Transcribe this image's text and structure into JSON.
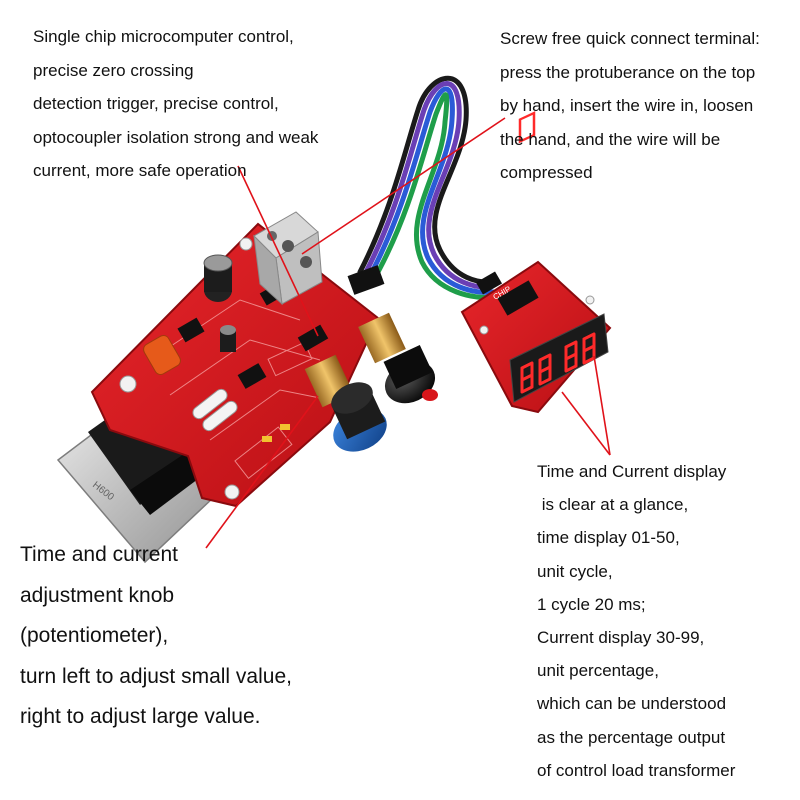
{
  "annotations": {
    "top_left": [
      "Single chip microcomputer control,",
      "precise zero crossing",
      "detection trigger, precise control,",
      "optocoupler isolation strong and weak",
      "current, more safe operation"
    ],
    "top_right": [
      "Screw free quick connect terminal:",
      "press the protuberance on the top",
      "by hand, insert the wire in, loosen",
      "the hand, and the wire will be",
      "compressed"
    ],
    "bottom_right": [
      "Time and Current display",
      " is clear at a glance,",
      "time display 01-50,",
      "unit cycle,",
      "1 cycle 20 ms;",
      "Current display 30-99,",
      "unit percentage,",
      "which can be understood",
      "as the percentage output",
      "of control load transformer"
    ],
    "bottom_left": [
      "Time and current",
      "adjustment knob",
      "(potentiometer),",
      "turn left to adjust small value,",
      "right to adjust large value."
    ]
  },
  "board_labels": {
    "heatsink_marking": "H600",
    "display_module_logo": "CHIP"
  },
  "colors": {
    "pcb_red": "#d8161b",
    "annotation_line": "#e0121a",
    "knob_black": "#111111",
    "knob_blue": "#1f5fb3",
    "heatsink_silver": "#c9c9c9",
    "digit_red": "#ff2a2a",
    "wire_colors": [
      "#1a1a1a",
      "#6a3fb5",
      "#2a5bd7",
      "#1f9e4a"
    ]
  }
}
